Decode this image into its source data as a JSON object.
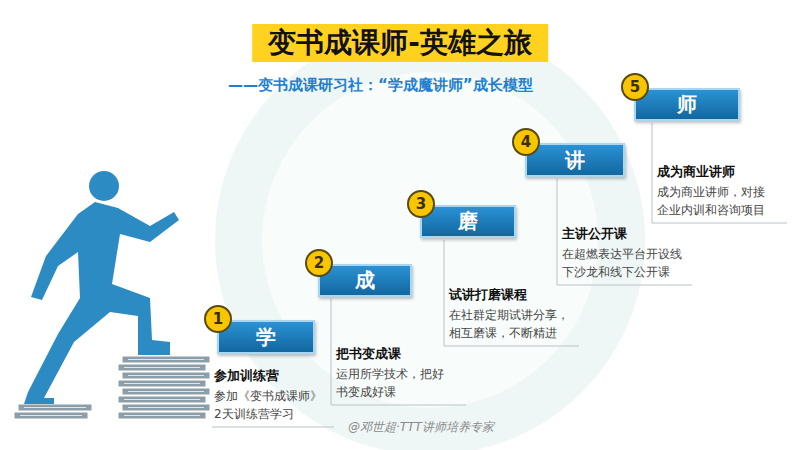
{
  "diagram": {
    "title": "变书成课师-英雄之旅",
    "nodes": [
      {
        "text": [
          "学"
        ]
      },
      {
        "text": [
          "1"
        ],
        "in": 0
      },
      {
        "text": [
          "成"
        ]
      },
      {
        "text": [
          "2"
        ],
        "in": 2
      },
      {
        "text": [
          "磨"
        ]
      },
      {
        "text": [
          "3"
        ],
        "in": 4
      },
      {
        "text": [
          "讲"
        ]
      },
      {
        "text": [
          "4"
        ],
        "in": 6
      },
      {
        "text": [
          "师"
        ]
      },
      {
        "text": [
          "5"
        ],
        "in": 8
      }
    ],
    "labels": [
      "——变书成课研习社：“学成魔讲师”成长模型",
      "参加训练营",
      "参加《变书成课师》2天训练营学习",
      "把书变成课",
      "运用所学技术，把好书变成好课",
      "试讲打磨课程",
      "在社群定期试讲分享，相互磨课，不断精进",
      "主讲公开课",
      "在超燃表达平台开设线下沙龙和线下公开课",
      "成为商业讲师",
      "成为商业讲师，对接企业内训和咨询项目",
      "@邓世超·TTT讲师培养专家"
    ]
  }
}
